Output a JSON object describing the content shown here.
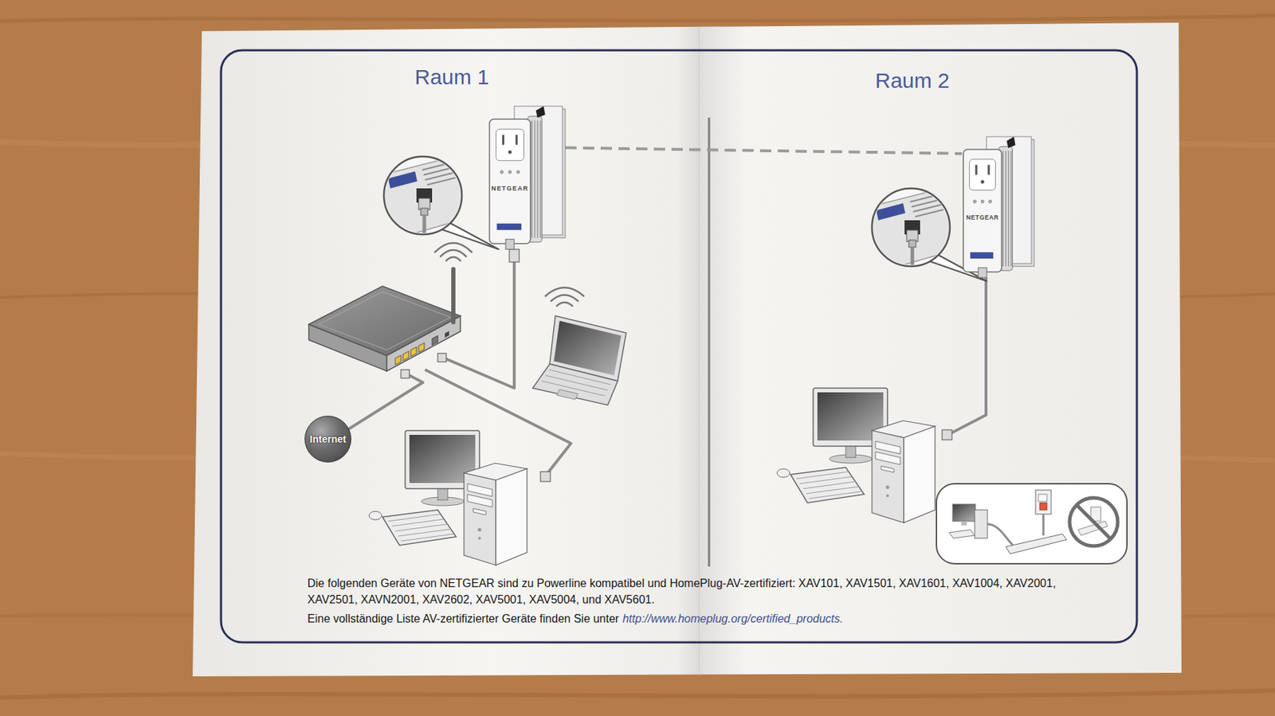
{
  "diagram": {
    "nodes": [
      {
        "text": [
          "Raum 1"
        ]
      },
      {
        "text": [
          "Raum 2"
        ]
      },
      {
        "text": [
          "Internet"
        ],
        "in": 0
      },
      {
        "text": [
          "NETGEAR"
        ],
        "in": 0
      },
      {
        "text": [
          "NETGEAR"
        ],
        "in": 1
      }
    ],
    "edges": [
      {
        "from": 3,
        "to": 4,
        "arrow": "none"
      }
    ],
    "labels": [
      "Die folgenden Geräte von NETGEAR sind zu Powerline kompatibel und HomePlug-AV-zertifiziert: XAV101, XAV1501, XAV1601, XAV1004, XAV2001, XAV2501, XAVN2001, XAV2602, XAV5001, XAV5004, und XAV5601.",
      "Eine vollständige Liste AV-zertifizierter Geräte finden Sie unter",
      "http://www.homeplug.org/certified_products."
    ]
  }
}
